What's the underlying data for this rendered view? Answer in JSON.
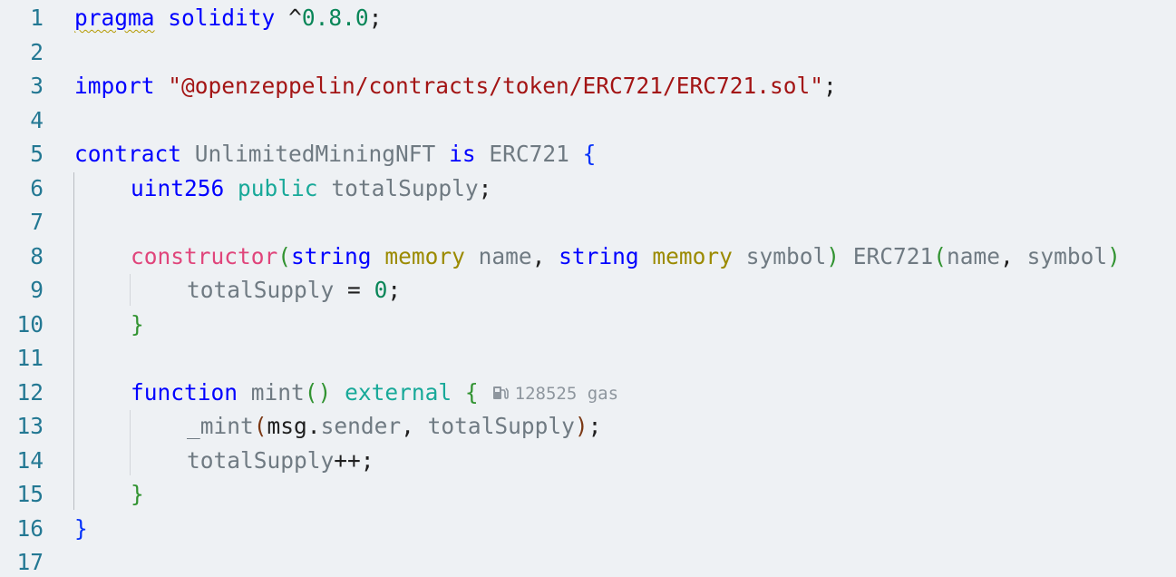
{
  "editor": {
    "line_numbers": [
      "1",
      "2",
      "3",
      "4",
      "5",
      "6",
      "7",
      "8",
      "9",
      "10",
      "11",
      "12",
      "13",
      "14",
      "15",
      "16",
      "17"
    ],
    "lines": {
      "l1": {
        "pragma": "pragma",
        "solidity": "solidity",
        "caret": "^",
        "version": "0.8.0",
        "semi": ";"
      },
      "l3": {
        "import": "import",
        "path": "\"@openzeppelin/contracts/token/ERC721/ERC721.sol\"",
        "semi": ";"
      },
      "l5": {
        "contract": "contract",
        "name": "UnlimitedMiningNFT",
        "is": "is",
        "base": "ERC721",
        "brace": "{"
      },
      "l6": {
        "type": "uint256",
        "visibility": "public",
        "var": "totalSupply",
        "semi": ";"
      },
      "l8": {
        "ctor": "constructor",
        "lp": "(",
        "t1": "string",
        "m1": "memory",
        "p1": "name",
        "comma1": ",",
        "t2": "string",
        "m2": "memory",
        "p2": "symbol",
        "rp": ")",
        "base": "ERC721",
        "lp2": "(",
        "a1": "name",
        "comma2": ",",
        "a2": "symbol",
        "rp2": ")"
      },
      "l9": {
        "var": "totalSupply",
        "op": "=",
        "num": "0",
        "semi": ";"
      },
      "l10": {
        "brace": "}"
      },
      "l12": {
        "function": "function",
        "name": "mint",
        "parens": "()",
        "external": "external",
        "brace": "{",
        "gas_label": "128525 gas"
      },
      "l13": {
        "fn": "_mint",
        "lp": "(",
        "msg": "msg",
        "dot": ".",
        "sender": "sender",
        "comma": ",",
        "var": "totalSupply",
        "rp": ")",
        "semi": ";"
      },
      "l14": {
        "var": "totalSupply",
        "op": "++",
        "semi": ";"
      },
      "l15": {
        "brace": "}"
      },
      "l16": {
        "brace": "}"
      }
    }
  },
  "colors": {
    "background": "#eef1f4",
    "line_number": "#237893",
    "keyword": "#0000ff",
    "string": "#a31515",
    "number": "#098658",
    "identifier": "#6f7a82",
    "modifier": "#18a999",
    "constructor": "#e0457b",
    "memory": "#9b8a00"
  },
  "icons": {
    "gas": "gas-pump-icon"
  }
}
